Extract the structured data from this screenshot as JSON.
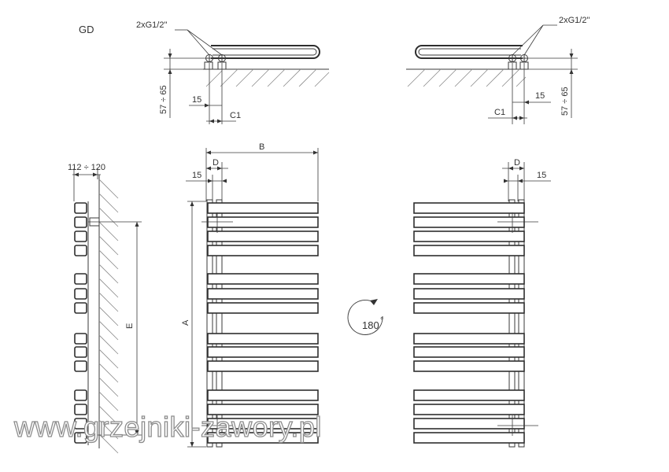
{
  "model": "GD",
  "connection_left": "2xG1/2\"",
  "connection_right": "2xG1/2\"",
  "wall_distance_left": "57 ÷ 65",
  "wall_distance_right": "57 ÷ 65",
  "dim_15": "15",
  "dim_c1": "C1",
  "dim_b": "B",
  "dim_d": "D",
  "dim_a": "A",
  "dim_e": "E",
  "side_depth": "112 ÷ 120",
  "rotation": "180",
  "rotation_degree": "°",
  "watermark": "www.grzejniki-zawory.pl",
  "colors": {
    "line": "#2e2e2e",
    "hatch": "#8a8a8a",
    "watermark_stroke": "#8c8c8c"
  }
}
